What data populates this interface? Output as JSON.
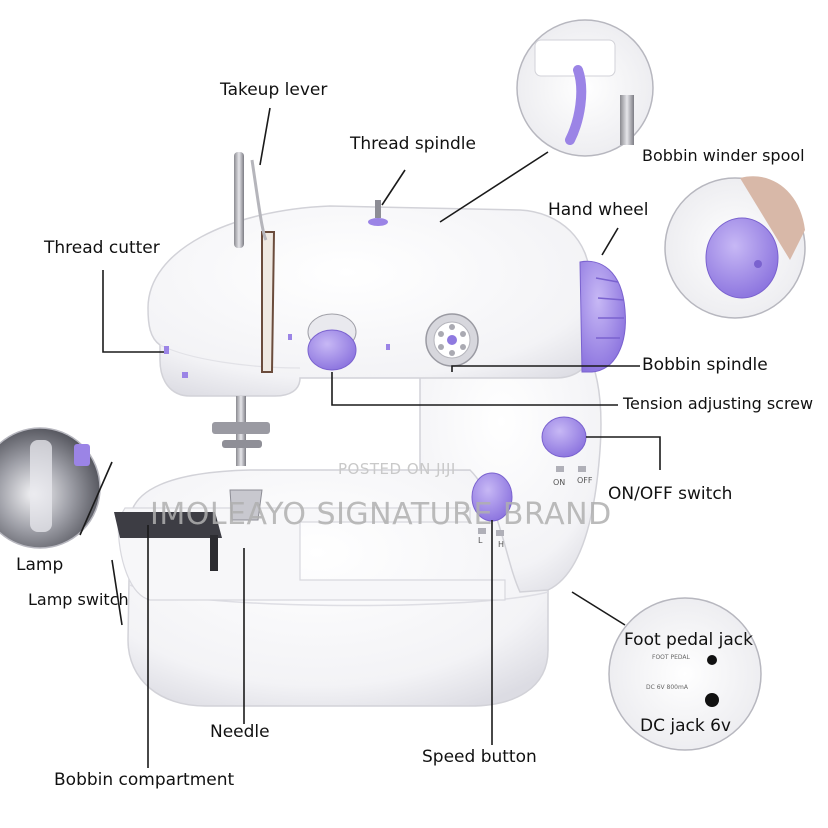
{
  "labels": {
    "takeup_lever": "Takeup lever",
    "thread_spindle": "Thread spindle",
    "bobbin_winder_spool": "Bobbin winder spool",
    "hand_wheel": "Hand wheel",
    "thread_cutter": "Thread cutter",
    "bobbin_spindle": "Bobbin spindle",
    "tension_adjusting_screw": "Tension adjusting screw",
    "on_off_switch": "ON/OFF switch",
    "lamp": "Lamp",
    "lamp_switch": "Lamp switch",
    "foot_pedal_jack": "Foot pedal jack",
    "dc_jack": "DC jack 6v",
    "needle": "Needle",
    "speed_button": "Speed button",
    "bobbin_compartment": "Bobbin compartment"
  },
  "watermark": {
    "posted": "POSTED ON JIJI",
    "brand": "IMOLEAYO SIGNATURE BRAND"
  },
  "machine_markings": {
    "on": "ON",
    "off": "OFF",
    "low": "L",
    "high": "H"
  },
  "inset_markings": {
    "foot_pedal": "FOOT PEDAL",
    "dc_rating": "DC 6V 800mA"
  },
  "colors": {
    "body": "#ffffff",
    "accent_purple": "#9b84e6",
    "outline": "#d9d9de",
    "leader_line": "#1a1a1a"
  }
}
